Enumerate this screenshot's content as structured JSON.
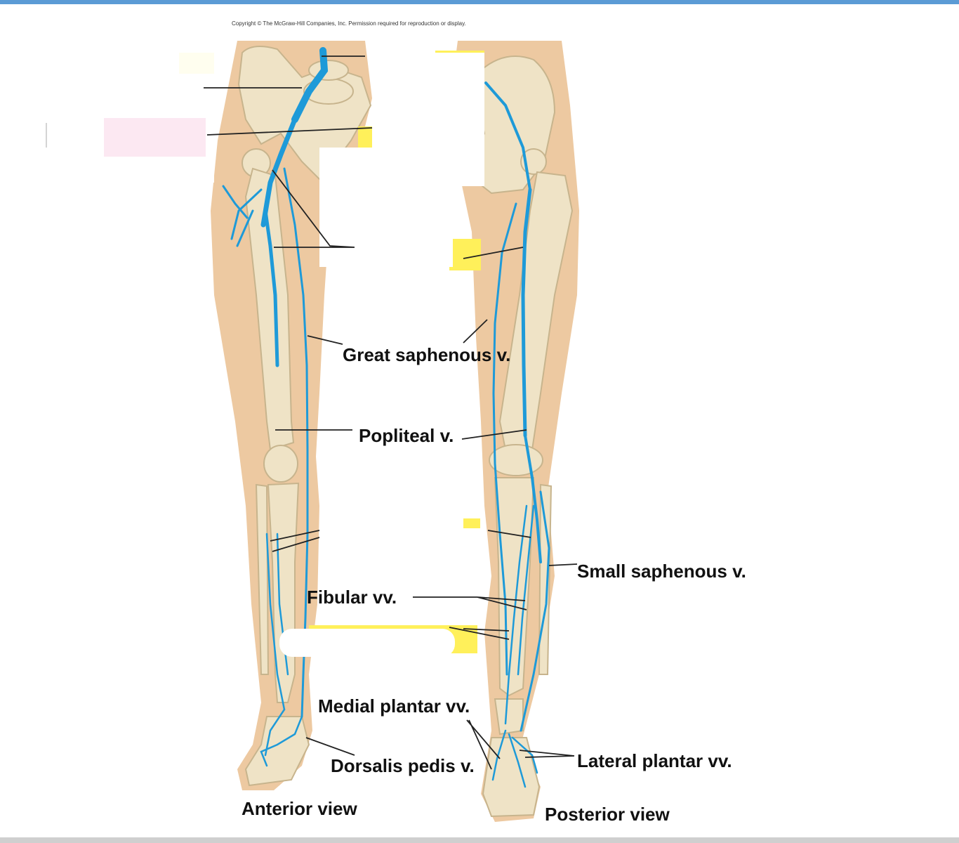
{
  "copyright": "Copyright © The McGraw-Hill Companies, Inc. Permission required for reproduction or display.",
  "labels": {
    "great_saphenous": "Great saphenous v.",
    "popliteal": "Popliteal v.",
    "small_saphenous": "Small saphenous v.",
    "fibular": "Fibular vv.",
    "medial_plantar": "Medial plantar vv.",
    "dorsalis_pedis": "Dorsalis pedis v.",
    "lateral_plantar": "Lateral plantar vv.",
    "anterior_view": "Anterior view",
    "posterior_view": "Posterior view"
  },
  "colors": {
    "vein": "#1e9ad8",
    "bone": "#efe3c6",
    "skin": "#edc9a1",
    "highlight_yellow": "#fff05a",
    "highlight_pink": "#e0197f",
    "background": "#ffffff"
  }
}
